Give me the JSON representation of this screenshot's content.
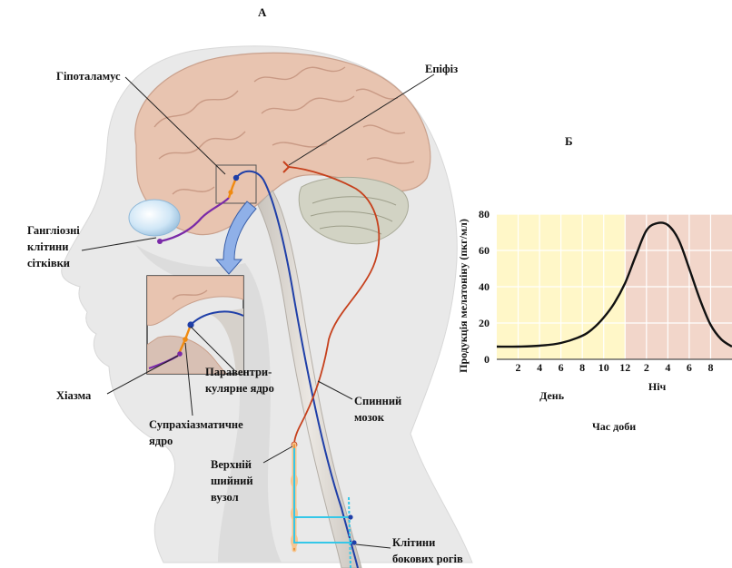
{
  "panels": {
    "a": "А",
    "b": "Б"
  },
  "labels": {
    "hypothalamus": "Гіпоталамус",
    "epiphysis": "Епіфіз",
    "ganglion": [
      "Гангліозні",
      "клітини",
      "сітківки"
    ],
    "paraventricular": [
      "Паравентри-",
      "кулярне ядро"
    ],
    "chiasm": "Хіазма",
    "suprachiasmatic": [
      "Супрахіазматичне",
      "ядро"
    ],
    "spinal_cord": [
      "Спинний",
      "мозок"
    ],
    "cervical_ganglion": [
      "Верхній",
      "шийний",
      "вузол"
    ],
    "lateral_horn": [
      "Клітини",
      "бокових рогів"
    ]
  },
  "colors": {
    "skin": "#e9e9e9",
    "brain": "#e8c4b0",
    "cerebellum": "#d2d3c4",
    "retina_path": "#7a2aa8",
    "scn_path": "#f08a10",
    "blue_path": "#1f3fa8",
    "sympathetic_path": "#c6401c",
    "preganglionic": "#35c7e8",
    "day_fill": "#fff7c8",
    "night_fill": "#f2d6ca"
  },
  "chart_data": {
    "type": "line",
    "ylabel": "Продукція мелатоніну (пкг/мл)",
    "xlabel": "Час доби",
    "ylim": [
      0,
      80
    ],
    "yticks": [
      0,
      20,
      40,
      60,
      80
    ],
    "xticks": [
      "2",
      "4",
      "6",
      "8",
      "10",
      "12",
      "2",
      "4",
      "6",
      "8"
    ],
    "periods": [
      "День",
      "Ніч"
    ],
    "series": [
      {
        "x": [
          0,
          2,
          4,
          6,
          8,
          9,
          10,
          11,
          12,
          13,
          14,
          15,
          16,
          17,
          18,
          19,
          20,
          21,
          22
        ],
        "values": [
          7,
          7,
          7.5,
          9,
          13,
          17,
          23,
          31,
          42,
          57,
          71,
          75,
          74,
          66,
          50,
          33,
          19,
          11,
          7
        ]
      }
    ],
    "x_range": [
      0,
      22
    ],
    "day_end": 12,
    "grid": true
  }
}
